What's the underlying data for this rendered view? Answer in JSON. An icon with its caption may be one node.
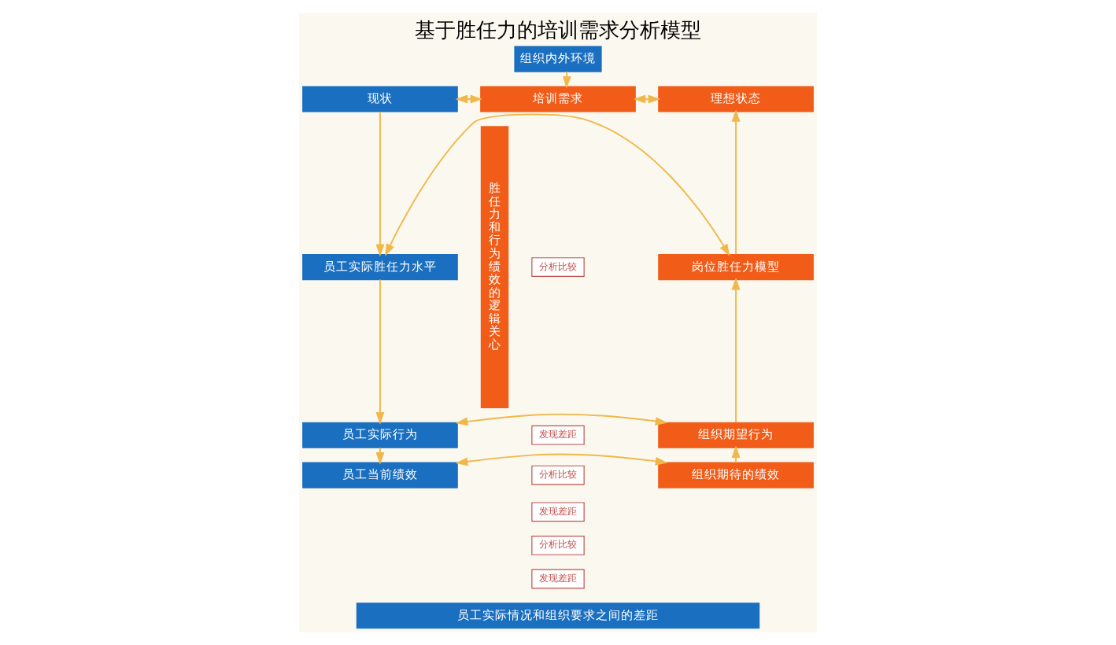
{
  "diagram": {
    "title": "基于胜任力的培训需求分析模型",
    "nodes": [
      {
        "text": [
          "组织内外环境"
        ]
      },
      {
        "text": [
          "现状"
        ]
      },
      {
        "text": [
          "培训需求"
        ]
      },
      {
        "text": [
          "理想状态"
        ]
      },
      {
        "text": [
          "员工实际胜任力水平"
        ]
      },
      {
        "text": [
          "岗位胜任力模型"
        ]
      },
      {
        "text": [
          "员工实际行为"
        ]
      },
      {
        "text": [
          "组织期望行为"
        ]
      },
      {
        "text": [
          "员工当前绩效"
        ]
      },
      {
        "text": [
          "组织期待的绩效"
        ]
      },
      {
        "text": [
          "胜任力和行为绩效的逻辑关心"
        ]
      },
      {
        "text": [
          "员工实际情况和组织要求之间的差距"
        ]
      },
      {
        "text": [
          "分析比较"
        ]
      },
      {
        "text": [
          "发现差距"
        ]
      },
      {
        "text": [
          "分析比较"
        ]
      },
      {
        "text": [
          "发现差距"
        ]
      },
      {
        "text": [
          "分析比较"
        ]
      },
      {
        "text": [
          "发现差距"
        ]
      }
    ],
    "edges": [
      {
        "from": 0,
        "to": 2,
        "arrow": "to"
      },
      {
        "from": 1,
        "to": 2,
        "arrow": "both"
      },
      {
        "from": 2,
        "to": 3,
        "arrow": "both"
      },
      {
        "from": 1,
        "to": 4,
        "arrow": "to"
      },
      {
        "from": 4,
        "to": 6,
        "arrow": "to"
      },
      {
        "from": 6,
        "to": 8,
        "arrow": "to"
      },
      {
        "from": 9,
        "to": 7,
        "arrow": "to"
      },
      {
        "from": 7,
        "to": 5,
        "arrow": "to"
      },
      {
        "from": 5,
        "to": 3,
        "arrow": "to"
      },
      {
        "from": 4,
        "to": 5,
        "arrow": "both"
      },
      {
        "from": 6,
        "to": 7,
        "arrow": "both"
      },
      {
        "from": 8,
        "to": 9,
        "arrow": "both"
      }
    ]
  }
}
